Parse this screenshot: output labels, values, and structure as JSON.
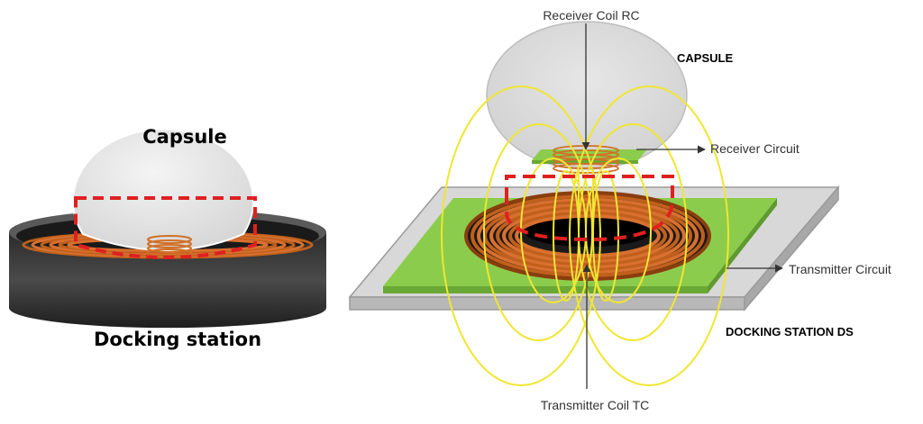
{
  "left_panel": {
    "capsule_label": "Capsule",
    "docking_label": "Docking station"
  },
  "right_panel": {
    "receiver_coil_label": "Receiver Coil RC",
    "capsule_label": "CAPSULE",
    "receiver_circuit_label": "Receiver Circuit",
    "transmitter_circuit_label": "Transmitter Circuit",
    "docking_station_label": "DOCKING STATION DS",
    "transmitter_coil_label": "Transmitter Coil TC"
  },
  "colors": {
    "coil": "#c0601c",
    "field_lines": "#f0e632",
    "highlight_box": "#e02020",
    "circuit_board": "#8ccc4c",
    "base_plate": "#cfcfcf",
    "capsule_shell": "#e8e8e8",
    "dock_body": "#3a3a3a"
  }
}
